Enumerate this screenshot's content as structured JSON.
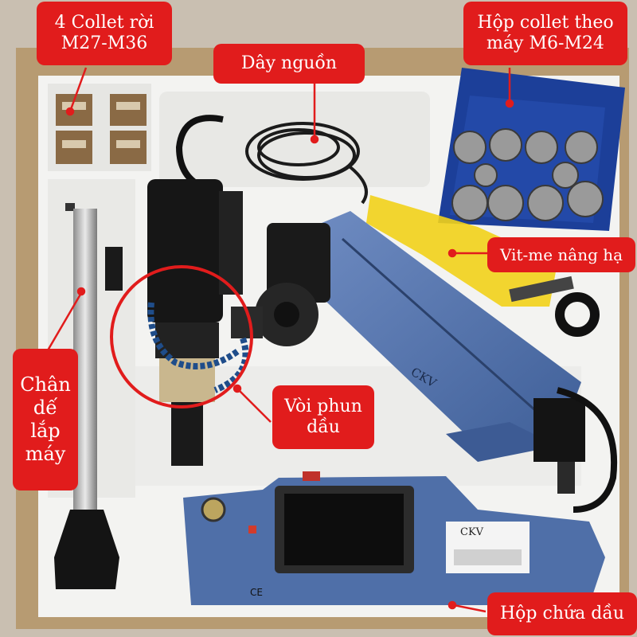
{
  "labels": {
    "collet_loose": {
      "line1": "4 Collet rời",
      "line2": "M27-M36"
    },
    "power_cord": {
      "text": "Dây nguồn"
    },
    "collet_box": {
      "line1": "Hộp collet theo",
      "line2": "máy M6-M24"
    },
    "lead_screw": {
      "text": "Vit-me nâng hạ"
    },
    "base_stand": {
      "line1": "Chân",
      "line2": "dế",
      "line3": "lắp",
      "line4": "máy"
    },
    "oil_nozzle": {
      "line1": "Vòi phun",
      "line2": "dầu"
    },
    "oil_tank": {
      "text": "Hộp chứa dầu"
    }
  },
  "product": {
    "arm_brand": "CKV",
    "panel_brand": "CKV",
    "cert_mark": "CE"
  },
  "colors": {
    "label_bg": "#e11c1c",
    "label_text": "#ffffff",
    "machine_blue": "#4f6fa8",
    "foam": "#f3f3f1",
    "crate": "#b79b72"
  }
}
